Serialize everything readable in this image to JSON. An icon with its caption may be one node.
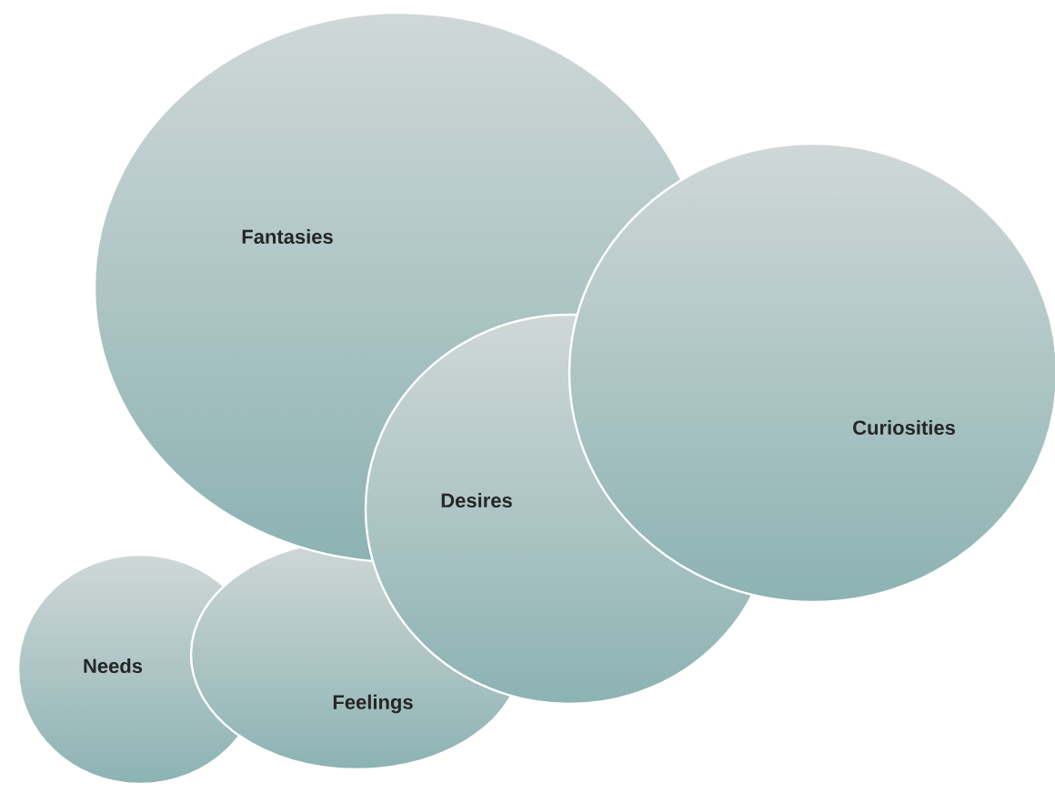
{
  "diagram": {
    "nodes": [
      {
        "text": [
          "Fantasies"
        ]
      },
      {
        "text": [
          "Curiosities"
        ]
      },
      {
        "text": [
          "Desires"
        ]
      },
      {
        "text": [
          "Needs"
        ]
      },
      {
        "text": [
          "Feelings"
        ]
      }
    ]
  }
}
